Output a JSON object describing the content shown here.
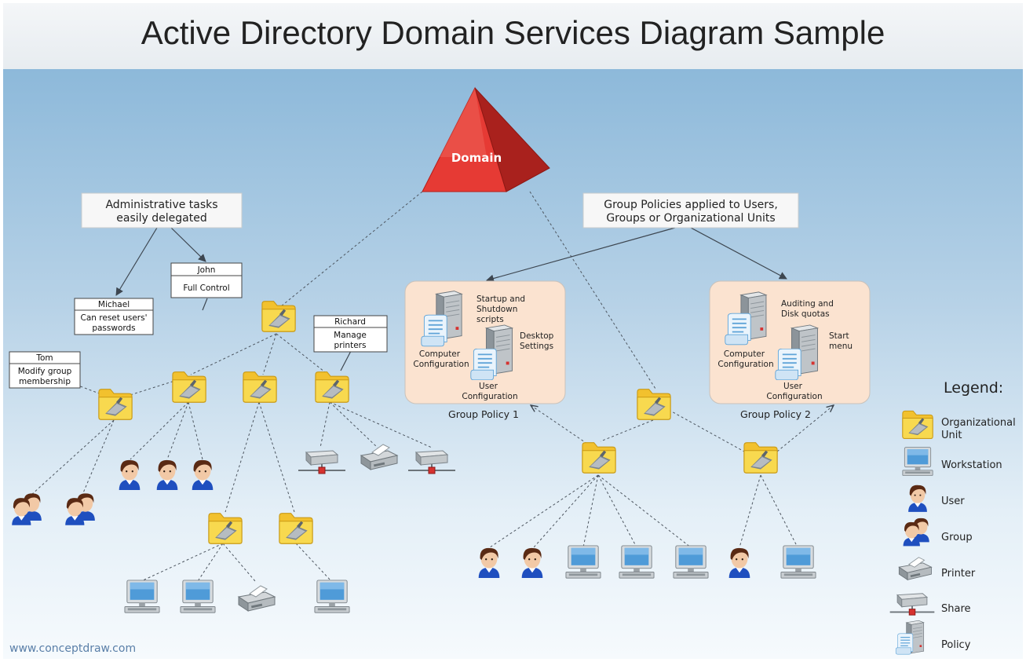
{
  "title": "Active Directory Domain Services Diagram Sample",
  "domain_label": "Domain",
  "callouts": {
    "admin": [
      "Administrative tasks",
      "easily delegated"
    ],
    "policies": [
      "Group Policies applied to Users,",
      "Groups or Organizational Units"
    ]
  },
  "delegations": {
    "john": {
      "name": "John",
      "task": [
        "Full Control"
      ]
    },
    "michael": {
      "name": "Michael",
      "task": [
        "Can reset users'",
        "passwords"
      ]
    },
    "richard": {
      "name": "Richard",
      "task": [
        "Manage",
        "printers"
      ]
    },
    "tom": {
      "name": "Tom",
      "task": [
        "Modify group",
        "membership"
      ]
    }
  },
  "group_policies": {
    "gp1": {
      "title": "Group Policy 1",
      "startup": [
        "Startup and",
        "Shutdown",
        "scripts"
      ],
      "desktop": [
        "Desktop",
        "Settings"
      ],
      "computer_config": [
        "Computer",
        "Configuration"
      ],
      "user_config": [
        "User",
        "Configuration"
      ]
    },
    "gp2": {
      "title": "Group Policy 2",
      "auditing": [
        "Auditing and",
        "Disk quotas"
      ],
      "start_menu": [
        "Start",
        "menu"
      ],
      "computer_config": [
        "Computer",
        "Configuration"
      ],
      "user_config": [
        "User",
        "Configuration"
      ]
    }
  },
  "legend": {
    "title": "Legend:",
    "items": [
      {
        "icon": "ou-folder-icon",
        "label": [
          "Organizational",
          "Unit"
        ]
      },
      {
        "icon": "workstation-icon",
        "label": [
          "Workstation"
        ]
      },
      {
        "icon": "user-icon",
        "label": [
          "User"
        ]
      },
      {
        "icon": "group-icon",
        "label": [
          "Group"
        ]
      },
      {
        "icon": "printer-icon",
        "label": [
          "Printer"
        ]
      },
      {
        "icon": "share-icon",
        "label": [
          "Share"
        ]
      },
      {
        "icon": "policy-icon",
        "label": [
          "Policy"
        ]
      }
    ]
  },
  "footer": "www.conceptdraw.com",
  "colors": {
    "domain": "#e32b2b",
    "folder": "#f6cf2f",
    "panel": "#fbe3d0",
    "connector": "#4a5560",
    "monitor": "#4f9bd8"
  }
}
